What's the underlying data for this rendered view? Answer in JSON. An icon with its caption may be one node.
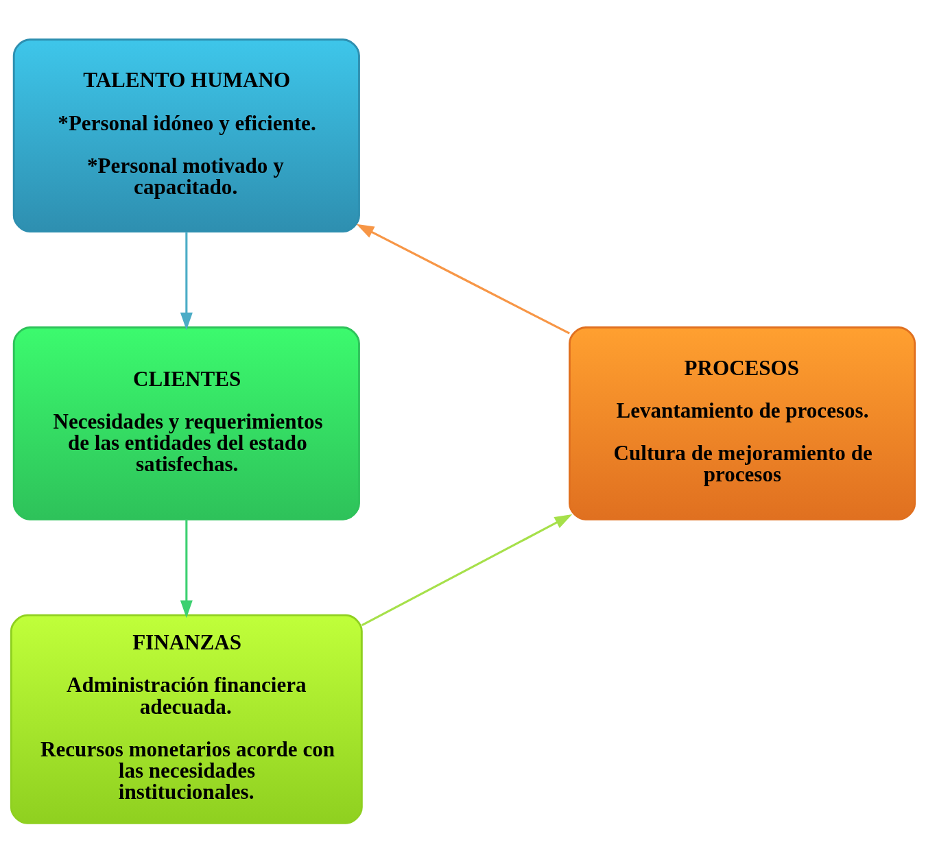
{
  "diagram": {
    "nodes": [
      {
        "text": [
          "TALENTO HUMANO",
          "*Personal idóneo y eficiente.",
          "*Personal motivado y capacitado."
        ]
      },
      {
        "text": [
          "CLIENTES",
          "Necesidades y requerimientos de las entidades del estado satisfechas."
        ]
      },
      {
        "text": [
          "FINANZAS",
          "Administración financiera adecuada.",
          "Recursos monetarios acorde con las necesidades institucionales."
        ]
      },
      {
        "text": [
          "PROCESOS",
          "Levantamiento de procesos.",
          "Cultura de mejoramiento de procesos"
        ]
      }
    ],
    "edges": [
      {
        "from": 0,
        "to": 1,
        "arrow": "to",
        "color": "#4bacc6"
      },
      {
        "from": 1,
        "to": 2,
        "arrow": "to",
        "color": "#3cd070"
      },
      {
        "from": 2,
        "to": 3,
        "arrow": "to",
        "color": "#a6e04a"
      },
      {
        "from": 3,
        "to": 0,
        "arrow": "to",
        "color": "#f79646"
      }
    ]
  }
}
